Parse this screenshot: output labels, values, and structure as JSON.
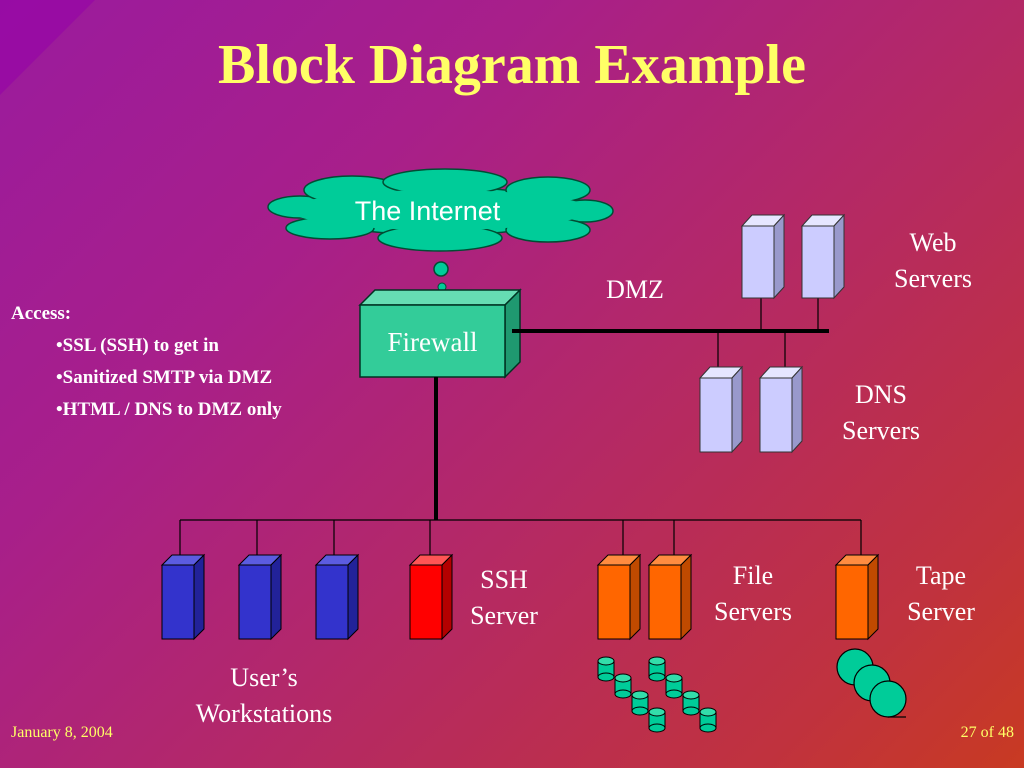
{
  "title": "Block Diagram Example",
  "nodes": {
    "internet": "The Internet",
    "firewall": "Firewall",
    "dmz": "DMZ",
    "web_servers": [
      "Web",
      "Servers"
    ],
    "dns_servers": [
      "DNS",
      "Servers"
    ],
    "ssh_server": [
      "SSH",
      "Server"
    ],
    "file_servers": [
      "File",
      "Servers"
    ],
    "tape_server": [
      "Tape",
      "Server"
    ],
    "workstations": [
      "User’s",
      "Workstations"
    ]
  },
  "access": {
    "heading": "Access:",
    "items": [
      "•SSL (SSH) to get in",
      "•Sanitized SMTP via DMZ",
      "•HTML / DNS to DMZ only"
    ]
  },
  "footer": {
    "date": "January 8, 2004",
    "page": "27 of 48"
  },
  "colors": {
    "title": "#ffff66",
    "cloud": "#00cc99",
    "firewall": "#33cc99",
    "dmz_server": "#ccccff",
    "workstation": "#3333cc",
    "ssh_server": "#ff0000",
    "file_server": "#ff6600",
    "media": "#00cc99"
  }
}
